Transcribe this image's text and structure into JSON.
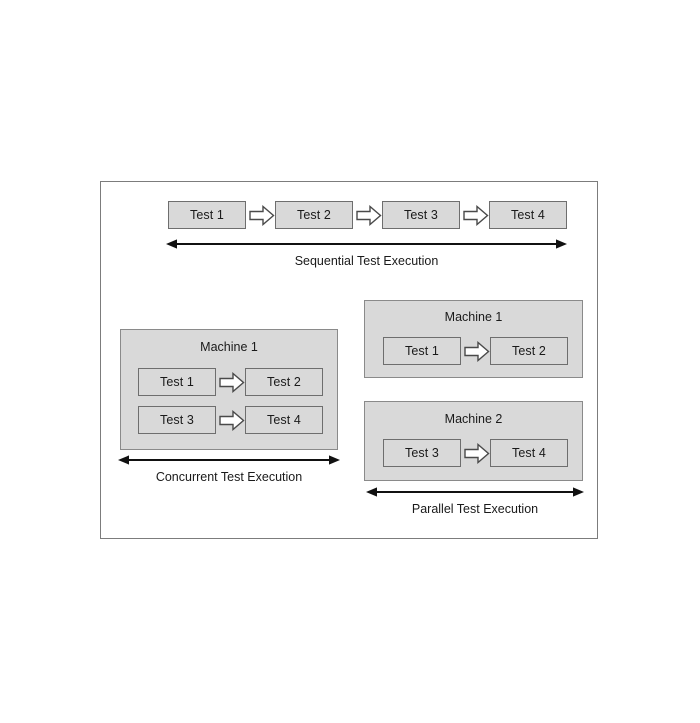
{
  "figure": {
    "background_color": "#ffffff",
    "frame_border_color": "#7c7c7c",
    "box_fill_color": "#d9d9d9",
    "box_border_color": "#6e6e6e",
    "arrow_color": "#111111"
  },
  "sequential": {
    "caption": "Sequential Test Execution",
    "tests": [
      {
        "label": "Test 1"
      },
      {
        "label": "Test 2"
      },
      {
        "label": "Test 3"
      },
      {
        "label": "Test 4"
      }
    ],
    "connectors": [
      "flow-arrow",
      "flow-arrow",
      "flow-arrow"
    ]
  },
  "concurrent": {
    "caption": "Concurrent Test Execution",
    "machines": [
      {
        "title": "Machine 1",
        "rows": [
          {
            "tests": [
              {
                "label": "Test 1"
              },
              {
                "label": "Test 2"
              }
            ]
          },
          {
            "tests": [
              {
                "label": "Test 3"
              },
              {
                "label": "Test 4"
              }
            ]
          }
        ]
      }
    ]
  },
  "parallel": {
    "caption": "Parallel Test Execution",
    "machines": [
      {
        "title": "Machine 1",
        "rows": [
          {
            "tests": [
              {
                "label": "Test 1"
              },
              {
                "label": "Test 2"
              }
            ]
          }
        ]
      },
      {
        "title": "Machine 2",
        "rows": [
          {
            "tests": [
              {
                "label": "Test 3"
              },
              {
                "label": "Test 4"
              }
            ]
          }
        ]
      }
    ]
  }
}
